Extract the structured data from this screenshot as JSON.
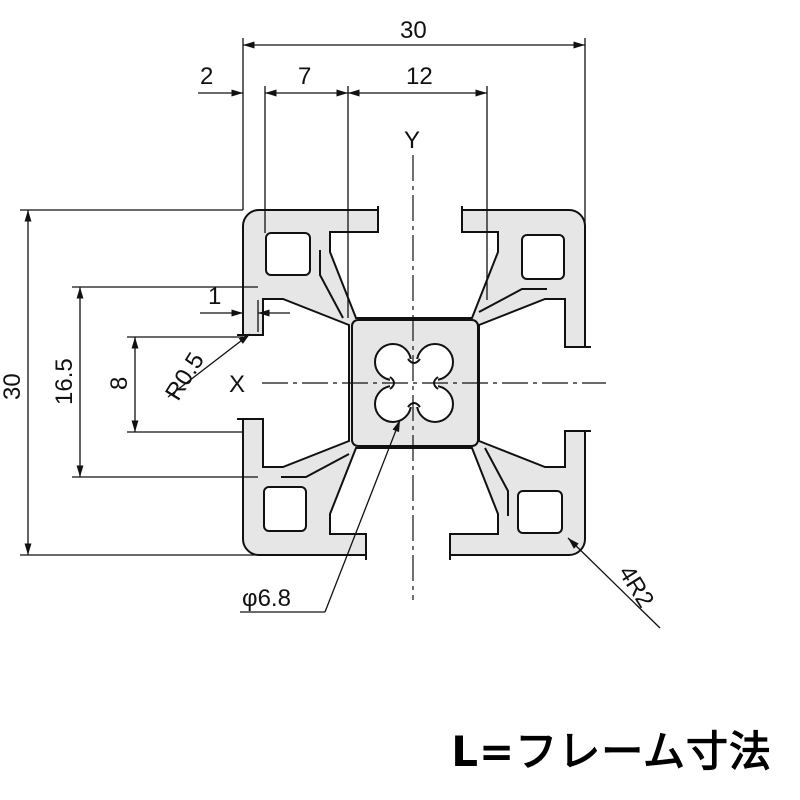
{
  "dimensions": {
    "overall_width": "30",
    "overall_height": "30",
    "wall": "2",
    "lip": "7",
    "slot_center": "12",
    "slot_outer": "16.5",
    "slot_width": "8",
    "lip_thickness": "1",
    "lip_radius": "R0.5",
    "center_hole": "φ6.8",
    "corner_radius": "4R2"
  },
  "axes": {
    "x": "X",
    "y": "Y"
  },
  "caption": "L=フレーム寸法"
}
